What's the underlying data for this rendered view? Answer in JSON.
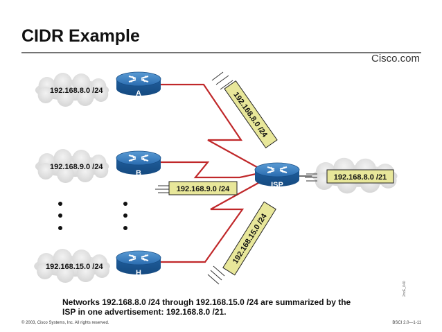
{
  "title": "CIDR Example",
  "brand": "Cisco.com",
  "networks": [
    {
      "id": "a",
      "cloud_label": "192.168.8.0 /24",
      "router_label": "A"
    },
    {
      "id": "b",
      "cloud_label": "192.168.9.0 /24",
      "router_label": "B"
    },
    {
      "id": "h",
      "cloud_label": "192.168.15.0 /24",
      "router_label": "H"
    }
  ],
  "isp": {
    "router_label": "ISP",
    "cloud_label": "192.168.8.0 /21"
  },
  "advertisements": {
    "a": "192.168.8.0 /24",
    "b": "192.168.9.0 /24",
    "h": "192.168.15.0 /24"
  },
  "caption": {
    "line1": "Networks 192.168.8.0 /24 through 192.168.15.0 /24 are summarized by the",
    "line2": "ISP in one advertisement: 192.168.8.0 /21."
  },
  "footer": {
    "copyright": "© 2003, Cisco Systems, Inc. All rights reserved.",
    "code": "BSCI 2.0—1-11"
  },
  "side_code": "2ncE_040",
  "colors": {
    "link": "#c0282a",
    "router": "#1e5fa0",
    "label_fill": "#e8e79a",
    "cloud": "#e3e3e3"
  }
}
